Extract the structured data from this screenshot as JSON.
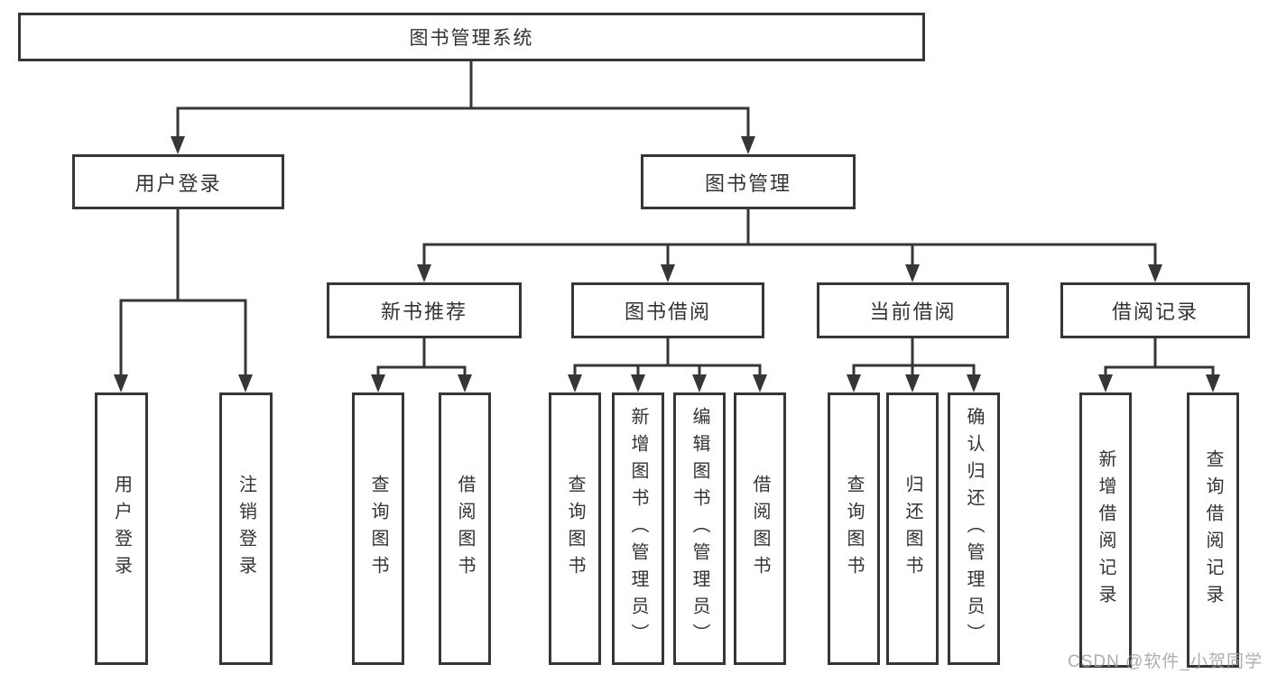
{
  "diagram": {
    "root": {
      "label": "图书管理系统",
      "children": [
        {
          "label": "用户登录",
          "children": [
            {
              "label": "用户登录"
            },
            {
              "label": "注销登录"
            }
          ]
        },
        {
          "label": "图书管理",
          "children": [
            {
              "label": "新书推荐",
              "children": [
                {
                  "label": "查询图书"
                },
                {
                  "label": "借阅图书"
                }
              ]
            },
            {
              "label": "图书借阅",
              "children": [
                {
                  "label": "查询图书"
                },
                {
                  "label": "新增图书（管理员）"
                },
                {
                  "label": "编辑图书（管理员）"
                },
                {
                  "label": "借阅图书"
                }
              ]
            },
            {
              "label": "当前借阅",
              "children": [
                {
                  "label": "查询图书"
                },
                {
                  "label": "归还图书"
                },
                {
                  "label": "确认归还（管理员）"
                }
              ]
            },
            {
              "label": "借阅记录",
              "children": [
                {
                  "label": "新增借阅记录"
                },
                {
                  "label": "查询借阅记录"
                }
              ]
            }
          ]
        }
      ]
    }
  },
  "colors": {
    "line": "#363636",
    "text": "#333333",
    "watermark": "#a0a0a0",
    "background": "#ffffff"
  },
  "watermark": "CSDN @软件_小贺同学"
}
